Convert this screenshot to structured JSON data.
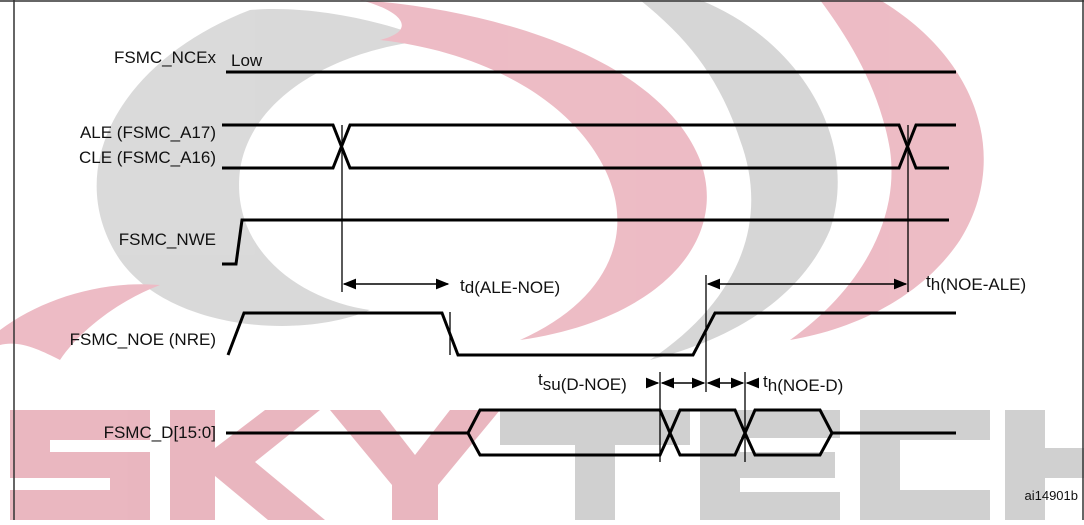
{
  "signals": {
    "nce": "FSMC_NCEx",
    "ale": "ALE (FSMC_A17)",
    "cle": "CLE (FSMC_A16)",
    "nwe": "FSMC_NWE",
    "noe": "FSMC_NOE (NRE)",
    "data": "FSMC_D[15:0]"
  },
  "annotations": {
    "nce_state": "Low",
    "td_main": "t",
    "td_sub": "d(ALE-NOE)",
    "th_ale_main": "t",
    "th_ale_sub": "h(NOE-ALE)",
    "tsu_main": "t",
    "tsu_sub": "su(D-NOE)",
    "thd_main": "t",
    "thd_sub": "h(NOE-D)"
  },
  "figure_id": "ai14901b",
  "watermark": {
    "text": "SKYTECH",
    "color": "#e3a8b3",
    "gray": "#c9c9c9"
  },
  "colors": {
    "line": "#000000",
    "frame": "#333333"
  }
}
